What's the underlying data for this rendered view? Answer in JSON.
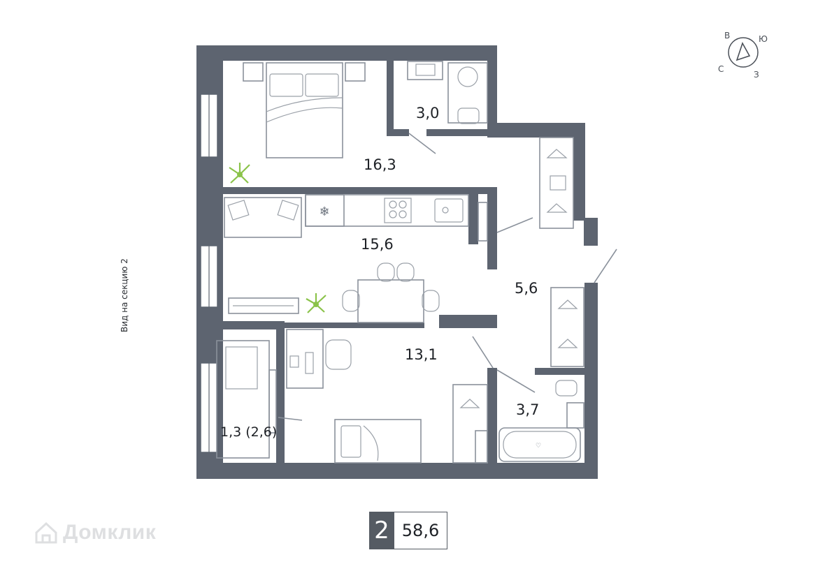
{
  "rooms": [
    {
      "id": "bedroom",
      "area": "16,3"
    },
    {
      "id": "bathroom-top",
      "area": "3,0"
    },
    {
      "id": "kitchen-living",
      "area": "15,6"
    },
    {
      "id": "hall",
      "area": "5,6"
    },
    {
      "id": "room-bottom",
      "area": "13,1"
    },
    {
      "id": "bathroom-bottom",
      "area": "3,7"
    },
    {
      "id": "balcony",
      "area": "1,3 (2,6)"
    }
  ],
  "compass": {
    "north": "С",
    "east": "В",
    "south": "Ю",
    "west": "З"
  },
  "side_caption": "Вид на секцию 2",
  "badge": {
    "rooms": "2",
    "total_area": "58,6"
  },
  "watermark": {
    "text": "Домклик"
  },
  "colors": {
    "wall": "#5d6470",
    "furniture": "#8a919b",
    "plant": "#8bc34a",
    "badge": "#555b63"
  }
}
